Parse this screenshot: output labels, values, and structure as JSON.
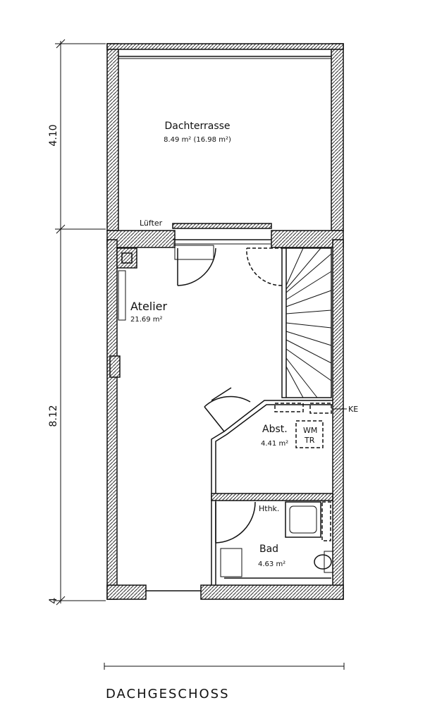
{
  "title": "DACHGESCHOSS",
  "dimensions": [
    "4.10",
    "8.12",
    "4"
  ],
  "rooms": [
    {
      "name": "Dachterrasse",
      "area": "8.49 m² (16.98 m²)"
    },
    {
      "name": "Atelier",
      "area": "21.69 m²"
    },
    {
      "name": "Abst.",
      "area": "4.41 m²"
    },
    {
      "name": "Bad",
      "area": "4.63 m²"
    }
  ],
  "labels": {
    "vent": "Lüfter",
    "boiler": "Hthk.",
    "ke": "KE",
    "wm": "WM",
    "tr": "TR"
  }
}
